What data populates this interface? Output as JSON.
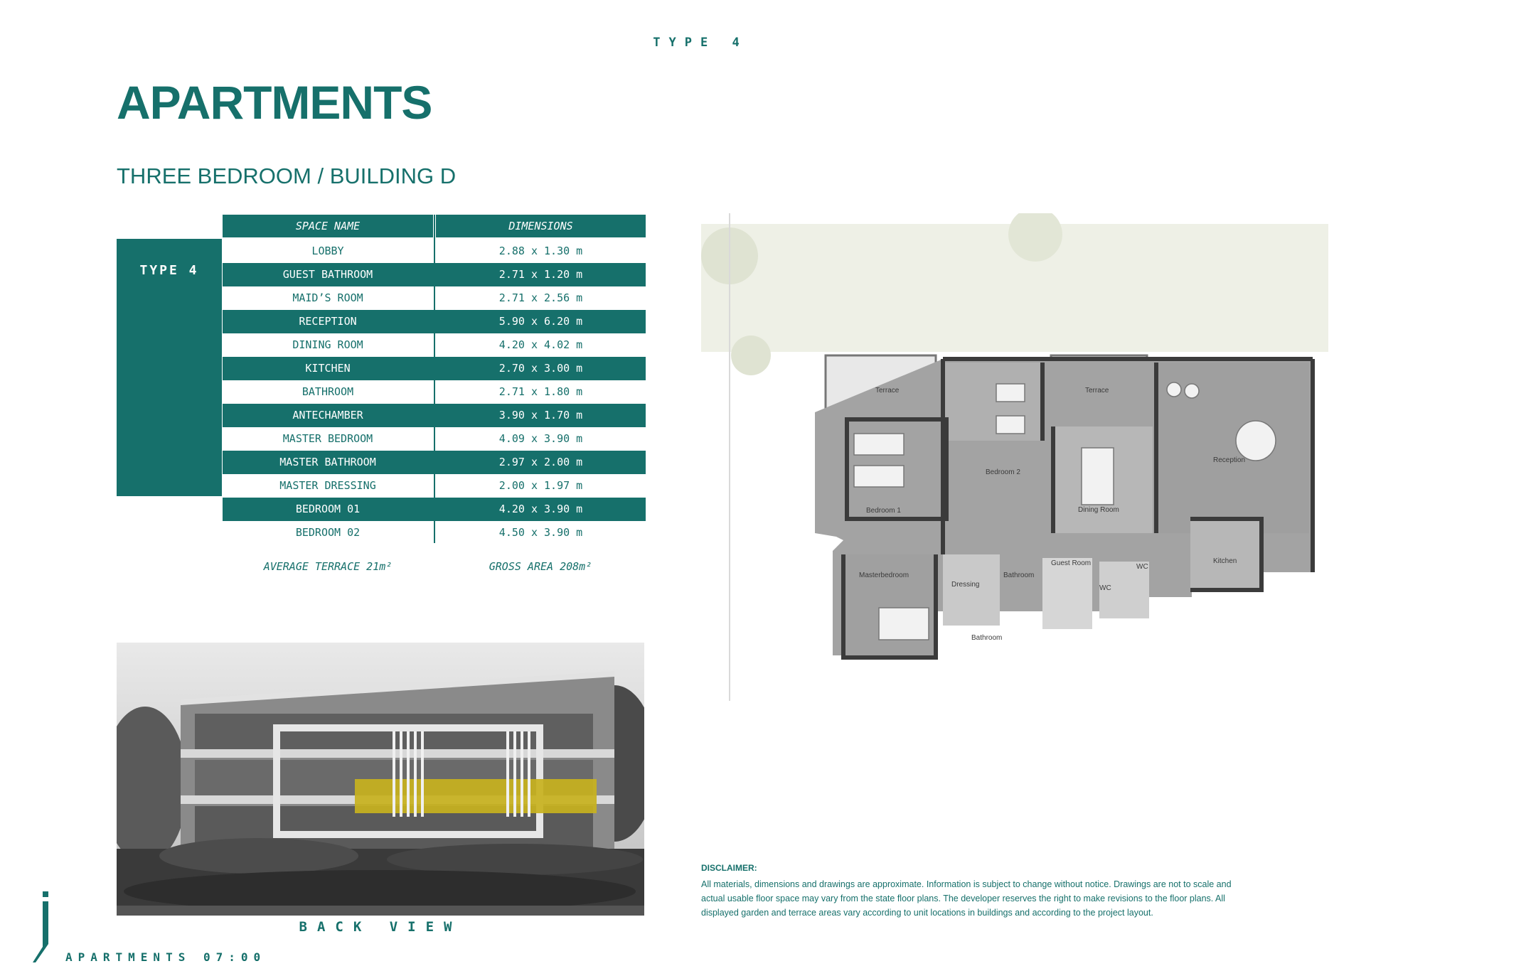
{
  "header": {
    "type_label": "TYPE 4"
  },
  "page": {
    "title": "APARTMENTS",
    "subtitle": "THREE  BEDROOM / BUILDING D"
  },
  "table": {
    "type_label": "TYPE 4",
    "headers": {
      "space_name": "SPACE NAME",
      "dimensions": "DIMENSIONS"
    },
    "rows": [
      {
        "name": "LOBBY",
        "dim": "2.88 x 1.30 m",
        "highlight": false
      },
      {
        "name": "GUEST BATHROOM",
        "dim": "2.71 x 1.20 m",
        "highlight": true
      },
      {
        "name": "MAID’S ROOM",
        "dim": "2.71 x 2.56 m",
        "highlight": false
      },
      {
        "name": "RECEPTION",
        "dim": "5.90 x 6.20 m",
        "highlight": true
      },
      {
        "name": "DINING ROOM",
        "dim": "4.20 x 4.02 m",
        "highlight": false
      },
      {
        "name": "KITCHEN",
        "dim": "2.70 x 3.00 m",
        "highlight": true
      },
      {
        "name": "BATHROOM",
        "dim": "2.71 x 1.80 m",
        "highlight": false
      },
      {
        "name": "ANTECHAMBER",
        "dim": "3.90 x 1.70 m",
        "highlight": true
      },
      {
        "name": "MASTER BEDROOM",
        "dim": "4.09 x 3.90 m",
        "highlight": false
      },
      {
        "name": "MASTER BATHROOM",
        "dim": "2.97 x 2.00 m",
        "highlight": true
      },
      {
        "name": "MASTER DRESSING",
        "dim": "2.00 x 1.97 m",
        "highlight": false
      },
      {
        "name": "BEDROOM 01",
        "dim": "4.20 x 3.90 m",
        "highlight": true
      },
      {
        "name": "BEDROOM 02",
        "dim": "4.50 x 3.90 m",
        "highlight": false
      }
    ],
    "average_terrace": "AVERAGE TERRACE 21m²",
    "gross_area": "GROSS AREA 208m²"
  },
  "photo": {
    "caption": "BACK VIEW"
  },
  "floor_plan": {
    "labels": {
      "terrace_left": "Terrace",
      "terrace_right": "Terrace",
      "bedroom2": "Bedroom 2",
      "bedroom1": "Bedroom 1",
      "dining": "Dining Room",
      "reception": "Reception",
      "masterbedroom": "Masterbedroom",
      "dressing": "Dressing",
      "bathroom_small": "Bathroom",
      "guest_room": "Guest Room",
      "wc1": "WC",
      "wc2": "WC",
      "kitchen": "Kitchen",
      "bathroom_lower": "Bathroom"
    }
  },
  "disclaimer": {
    "title": "DISCLAIMER:",
    "body": "All materials, dimensions and drawings are approximate. Information is subject to change without notice. Drawings are not to scale and actual usable floor space may vary from the state floor plans. The developer reserves the right to make revisions to the floor plans. All displayed garden and terrace areas vary according to unit locations in buildings and according to the project layout."
  },
  "footer": {
    "label": "APARTMENTS 07:00"
  },
  "colors": {
    "teal": "#16706b",
    "highlight_yellow": "#c8b21e",
    "plan_gray": "#9a9a9a"
  }
}
